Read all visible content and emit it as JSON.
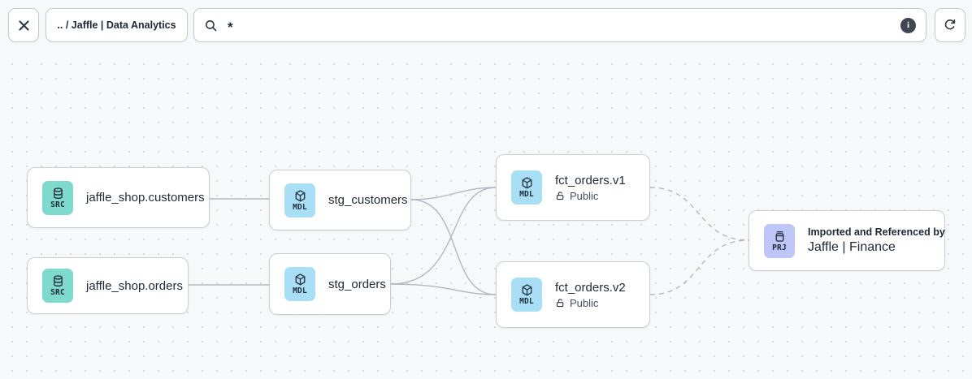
{
  "toolbar": {
    "close_glyph": "✕",
    "breadcrumb": ".. / Jaffle | Data Analytics",
    "search": {
      "value": "*",
      "info_glyph": "i"
    }
  },
  "canvas": {
    "nodes": [
      {
        "type": "source",
        "badge": "SRC",
        "label": "jaffle_shop.customers"
      },
      {
        "type": "source",
        "badge": "SRC",
        "label": "jaffle_shop.orders"
      },
      {
        "type": "model",
        "badge": "MDL",
        "label": "stg_customers"
      },
      {
        "type": "model",
        "badge": "MDL",
        "label": "stg_orders"
      },
      {
        "type": "model",
        "badge": "MDL",
        "label": "fct_orders.v1",
        "access": "Public"
      },
      {
        "type": "model",
        "badge": "MDL",
        "label": "fct_orders.v2",
        "access": "Public"
      },
      {
        "type": "project",
        "badge": "PRJ",
        "sublabel": "Imported and Referenced by",
        "label": "Jaffle | Finance"
      }
    ],
    "edges": [
      {
        "from": "jaffle_shop.customers",
        "to": "stg_customers",
        "style": "solid"
      },
      {
        "from": "jaffle_shop.orders",
        "to": "stg_orders",
        "style": "solid"
      },
      {
        "from": "stg_customers",
        "to": "fct_orders.v1",
        "style": "solid"
      },
      {
        "from": "stg_customers",
        "to": "fct_orders.v2",
        "style": "solid"
      },
      {
        "from": "stg_orders",
        "to": "fct_orders.v1",
        "style": "solid"
      },
      {
        "from": "stg_orders",
        "to": "fct_orders.v2",
        "style": "solid"
      },
      {
        "from": "fct_orders.v1",
        "to": "Jaffle | Finance",
        "style": "dashed"
      },
      {
        "from": "fct_orders.v2",
        "to": "Jaffle | Finance",
        "style": "dashed"
      }
    ]
  },
  "colors": {
    "source_badge_bg": "#7edacd",
    "model_badge_bg": "#a9def7",
    "project_badge_bg": "#bdc6f6",
    "edge": "#b1b7c0",
    "canvas_bg": "#f7f8f9",
    "info_circle_bg": "#3e4653"
  }
}
